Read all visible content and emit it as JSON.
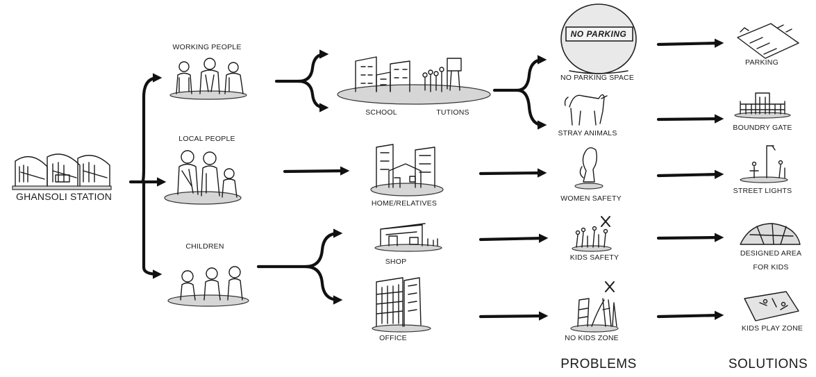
{
  "origin": {
    "label": "GHANSOLI STATION",
    "icon": "station-icon"
  },
  "users": [
    {
      "id": "working",
      "label": "WORKING PEOPLE",
      "icon": "working-people-icon"
    },
    {
      "id": "local",
      "label": "LOCAL PEOPLE",
      "icon": "local-people-icon"
    },
    {
      "id": "children",
      "label": "CHILDREN",
      "icon": "children-icon"
    }
  ],
  "destinations": {
    "school": "SCHOOL",
    "tutions": "TUTIONS",
    "home": "HOME/RELATIVES",
    "shop": "SHOP",
    "office": "OFFICE"
  },
  "problems": {
    "heading": "PROBLEMS",
    "items": [
      {
        "label": "NO PARKING SPACE",
        "sign_text": "NO PARKING",
        "icon": "no-parking-sign-icon"
      },
      {
        "label": "STRAY ANIMALS",
        "icon": "stray-dog-icon"
      },
      {
        "label": "WOMEN SAFETY",
        "icon": "woman-icon"
      },
      {
        "label": "KIDS SAFETY",
        "icon": "kids-crossed-icon"
      },
      {
        "label": "NO KIDS ZONE",
        "icon": "no-playground-icon"
      }
    ]
  },
  "solutions": {
    "heading": "SOLUTIONS",
    "items": [
      {
        "label": "PARKING",
        "icon": "parking-lot-icon"
      },
      {
        "label": "BOUNDRY GATE",
        "icon": "gate-icon"
      },
      {
        "label": "STREET LIGHTS",
        "icon": "street-light-icon"
      },
      {
        "label_line1": "DESIGNED AREA",
        "label_line2": "FOR KIDS",
        "icon": "kids-dome-icon"
      },
      {
        "label": "KIDS PLAY ZONE",
        "icon": "play-zone-icon"
      }
    ]
  }
}
